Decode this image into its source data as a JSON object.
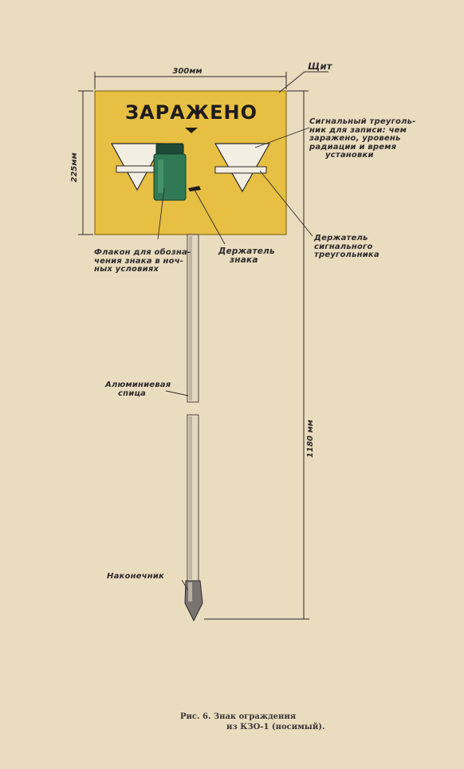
{
  "sign": {
    "word": "ЗАРАЖЕНО",
    "panel_color": "#e6bf43",
    "vial_color": "#2f7a55",
    "pole_color": "#d7ccb6"
  },
  "dimensions": {
    "width": "300мм",
    "height": "225мм",
    "length": "1180 мм"
  },
  "callouts": {
    "shield": "Щит",
    "triangles": [
      "Сигнальный треуголь-",
      "ник для записи: чем",
      "заражено, уровень",
      "радиации и время",
      "установки"
    ],
    "triangle_holder": [
      "Держатель",
      "сигнального",
      "треугольника"
    ],
    "vial": [
      "Флакон для обозна-",
      "чения знака в ноч-",
      "ных условиях"
    ],
    "sign_holder": [
      "Держатель",
      "знака"
    ],
    "rod": [
      "Алюминиевая",
      "спица"
    ],
    "tip": "Наконечник"
  },
  "caption": {
    "line1": "Рис. 6. Знак ограждения",
    "line2": "из КЗО-1 (носимый)."
  }
}
